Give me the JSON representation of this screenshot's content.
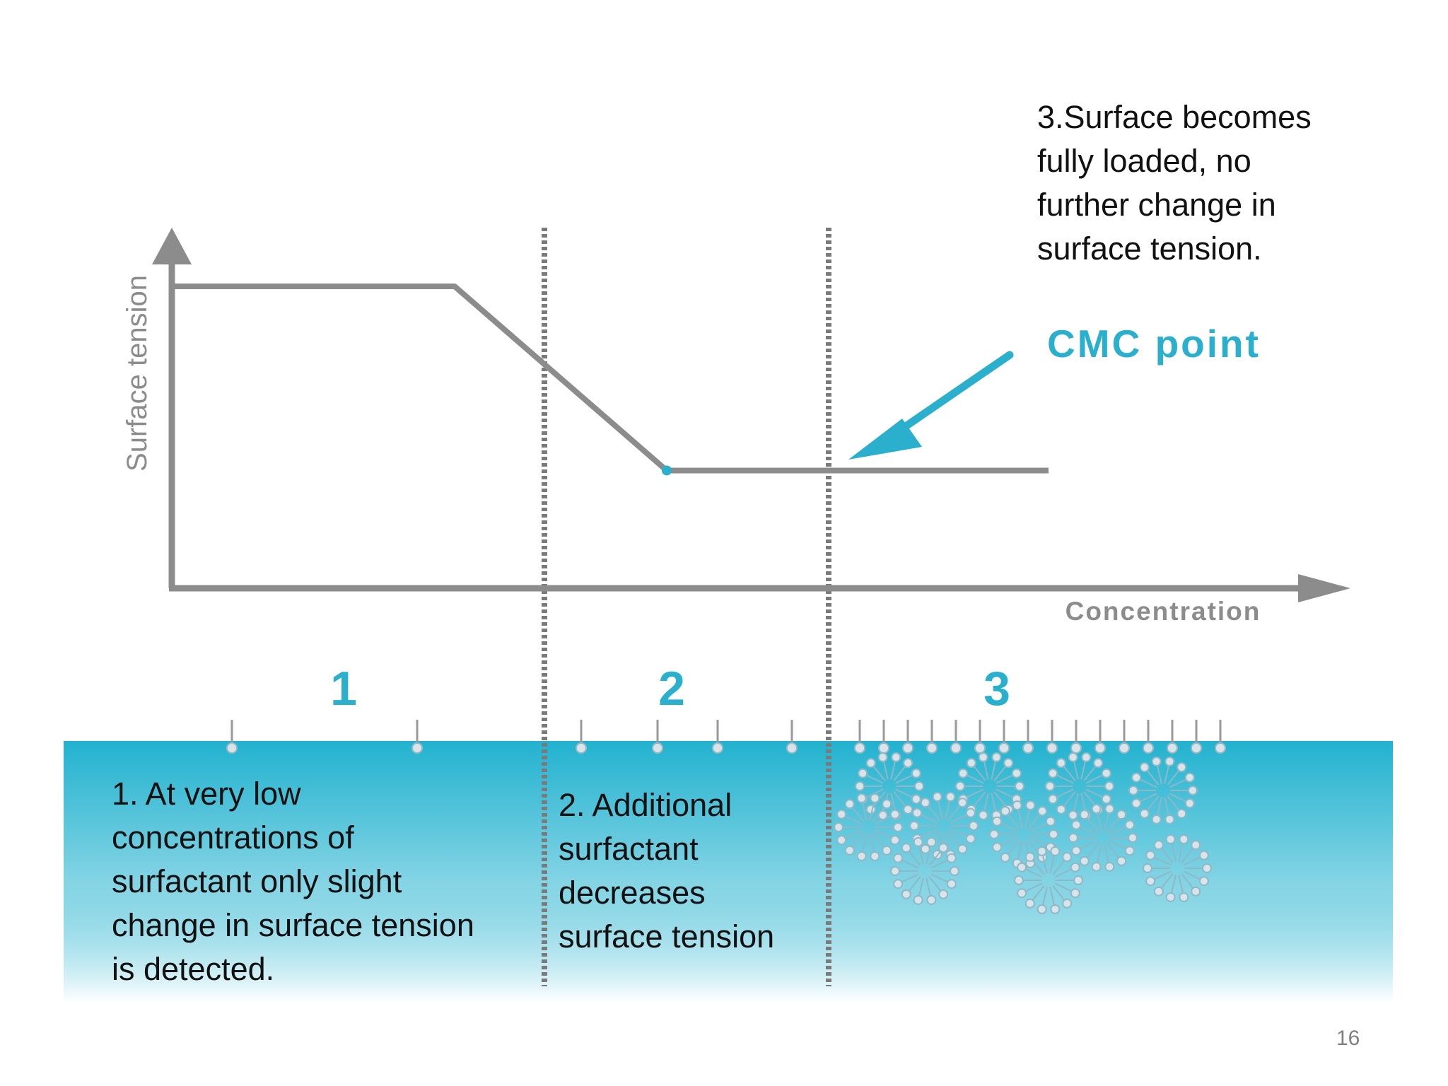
{
  "diagram": {
    "y_axis_label": "Surface tension",
    "x_axis_label": "Concentration",
    "cmc_label": "CMC point",
    "region_labels": [
      "1",
      "2",
      "3"
    ],
    "curve": [
      {
        "concentration": 0,
        "surface_tension": 1.0
      },
      {
        "concentration": 1,
        "surface_tension": 1.0
      },
      {
        "concentration": 1.75,
        "surface_tension": 0.39
      },
      {
        "concentration": 3.1,
        "surface_tension": 0.39
      }
    ],
    "colors": {
      "axis": "#8c8c8c",
      "curve": "#8c8c8c",
      "accent": "#2ab0cc",
      "label_gray": "#8c8c8c",
      "water_top": "#22b2cf",
      "water_bottom": "#ffffff",
      "molecule": "#d8e4ea"
    }
  },
  "notes": {
    "region3": [
      "3.Surface becomes",
      "fully loaded, no",
      "further change in",
      "surface tension."
    ],
    "region1": [
      "1. At very low",
      "concentrations of",
      "surfactant only slight",
      "change in surface tension",
      "is detected."
    ],
    "region2": [
      "2. Additional",
      "surfactant",
      "decreases",
      "surface tension"
    ]
  },
  "slide_number": "16"
}
